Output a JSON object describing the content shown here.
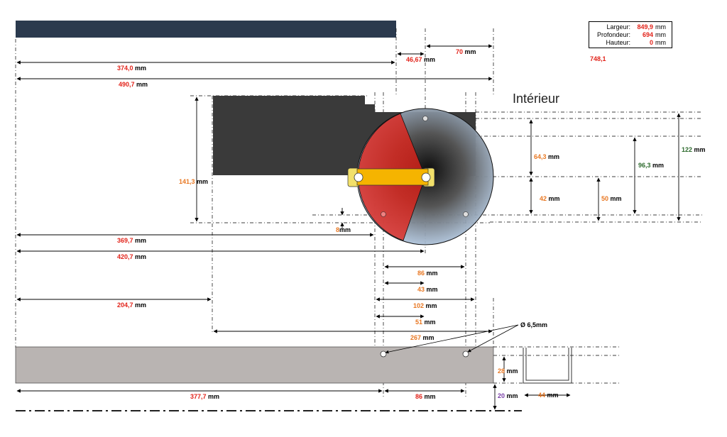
{
  "title": "Intérieur",
  "info_box": {
    "rows": [
      {
        "label": "Largeur:",
        "value": "849,9",
        "unit": "mm"
      },
      {
        "label": "Profondeur:",
        "value": "694",
        "unit": "mm"
      },
      {
        "label": "Hauteur:",
        "value": "0",
        "unit": "mm"
      }
    ]
  },
  "free_value": "748,1",
  "unit": "mm",
  "dimensions": {
    "d4667": "46,67",
    "d70": "70",
    "d374": "374,0",
    "d490": "490,7",
    "d1413": "141,3",
    "d8": "8",
    "d3697": "369,7",
    "d4207": "420,7",
    "d86a": "86",
    "d43": "43",
    "d102": "102",
    "d51": "51",
    "d2047": "204,7",
    "d267": "267",
    "d643": "64,3",
    "d42": "42",
    "d963": "96,3",
    "d50": "50",
    "d122": "122",
    "diam": "Ø 6,5",
    "d28": "28",
    "d3777": "377,7",
    "d86b": "86",
    "d20": "20",
    "d44": "44"
  }
}
